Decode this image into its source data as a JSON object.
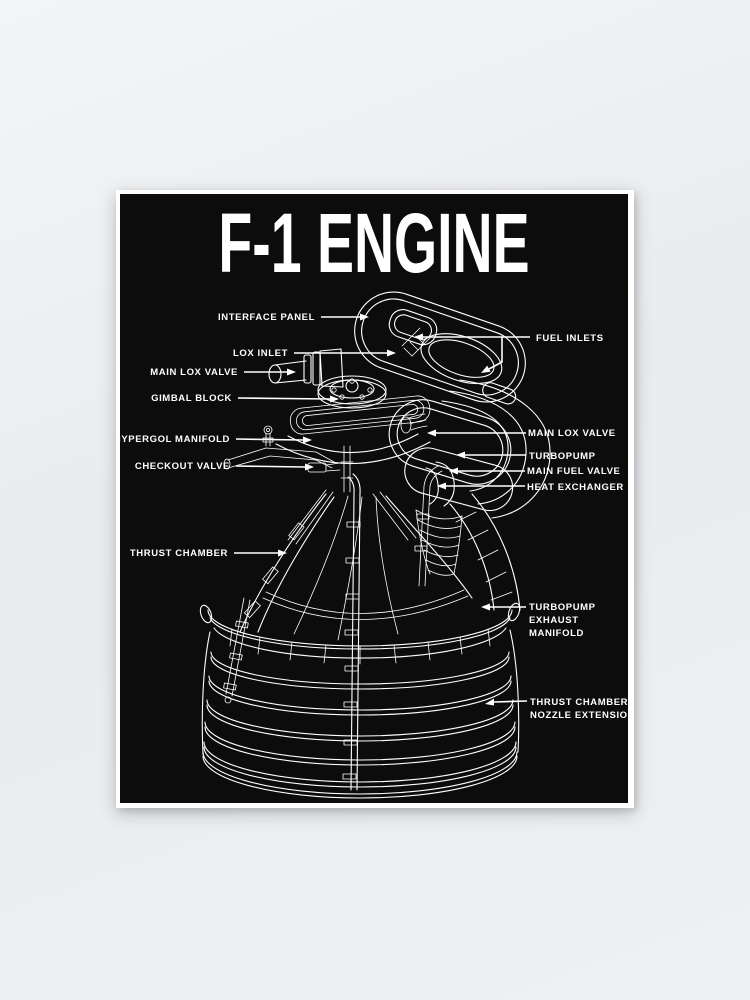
{
  "poster": {
    "title": "F-1 ENGINE",
    "labels": {
      "left": [
        "INTERFACE PANEL",
        "LOX INLET",
        "MAIN LOX VALVE",
        "GIMBAL BLOCK",
        "HYPERGOL MANIFOLD",
        "CHECKOUT VALVE",
        "THRUST CHAMBER"
      ],
      "right": [
        "FUEL INLETS",
        "MAIN LOX VALVE",
        "TURBOPUMP",
        "MAIN FUEL VALVE",
        "HEAT EXCHANGER"
      ],
      "right_multiline": [
        {
          "lines": [
            "TURBOPUMP",
            "EXHAUST",
            "MANIFOLD"
          ]
        },
        {
          "lines": [
            "THRUST CHAMBER",
            "NOZZLE EXTENSION"
          ]
        }
      ]
    },
    "colors": {
      "wall": "#eceef0",
      "paper": "#ffffff",
      "print_background": "#0c0c0c",
      "line_art": "#ffffff"
    }
  }
}
